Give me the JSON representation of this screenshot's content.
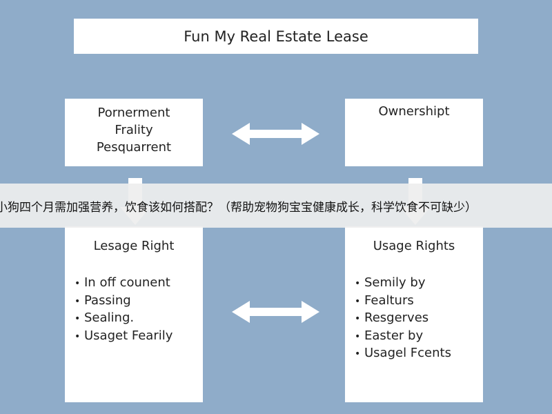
{
  "diagram": {
    "title": "Fun My Real Estate Lease",
    "top_left": {
      "lines": [
        "Pornerment",
        "Frality",
        "Pesquarrent"
      ]
    },
    "top_right": {
      "title": "Ownershipt"
    },
    "bottom_left": {
      "title": "Lesage Right",
      "items": [
        "In off counent",
        "Passing",
        "Sealing.",
        "Usaget Fearily"
      ]
    },
    "bottom_right": {
      "title": "Usage Rights",
      "items": [
        "Semily by",
        "Fealturs",
        "Resgerves",
        "Easter by",
        "Usagel Fcents"
      ]
    },
    "bullet_glyph": "•"
  },
  "banner": {
    "text": "小狗四个月需加强营养，饮食该如何搭配？（帮助宠物狗宝宝健康成长，科学饮食不可缺少）"
  },
  "colors": {
    "background": "#8facc9",
    "box": "#ffffff",
    "text": "#222222",
    "arrow": "#ffffff",
    "banner": "#eeeeee"
  }
}
